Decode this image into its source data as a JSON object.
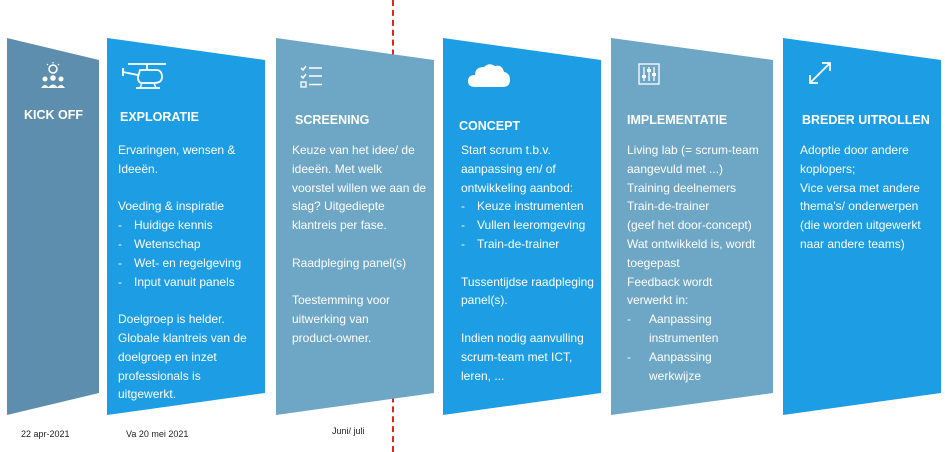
{
  "colors": {
    "slate": "#5e8ead",
    "light_blue": "#6ea6c6",
    "bright_blue": "#1d9de3",
    "divider": "#e1251b"
  },
  "phases": [
    {
      "id": "kickoff",
      "icon": "team-idea-icon",
      "title": "KICK OFF",
      "lines": []
    },
    {
      "id": "exploratie",
      "icon": "helicopter-icon",
      "title": "EXPLORATIE",
      "lines": [
        "Ervaringen, wensen &",
        "Ideeën.",
        "",
        "Voeding & inspiratie"
      ],
      "bullets": [
        "Huidige kennis",
        "Wetenschap",
        "Wet- en regelgeving",
        "Input vanuit panels"
      ],
      "after": [
        "",
        "Doelgroep is helder.",
        "Globale klantreis van de",
        "doelgroep en inzet",
        "professionals is",
        "uitgewerkt."
      ]
    },
    {
      "id": "screening",
      "icon": "checklist-icon",
      "title": "SCREENING",
      "lines": [
        "Keuze van het idee/ de",
        "ideeën. Met welk",
        "voorstel willen we aan de",
        "slag?  Uitgediepte",
        "klantreis per fase.",
        "",
        "Raadpleging panel(s)",
        "",
        "Toestemming voor",
        "uitwerking van",
        "product-owner."
      ]
    },
    {
      "id": "concept",
      "icon": "cloud-icon",
      "title": "CONCEPT",
      "lines": [
        "Start scrum t.b.v.",
        "aanpassing en/ of",
        "ontwikkeling aanbod:"
      ],
      "bullets": [
        "Keuze instrumenten",
        "Vullen leeromgeving",
        "Train-de-trainer"
      ],
      "after": [
        "",
        "Tussentijdse raadpleging",
        "panel(s).",
        "",
        "Indien nodig aanvulling",
        "scrum-team met ICT,",
        "leren, ..."
      ]
    },
    {
      "id": "implementatie",
      "icon": "sliders-icon",
      "title": "IMPLEMENTATIE",
      "lines": [
        "Living lab (= scrum-team",
        "aangevuld met ...)",
        "Training deelnemers",
        "Train-de-trainer",
        "(geef het door-concept)",
        "Wat ontwikkeld is, wordt",
        "toegepast",
        "Feedback wordt",
        "verwerkt in:"
      ],
      "bullets2": [
        [
          "Aanpassing",
          "instrumenten"
        ],
        [
          "Aanpassing",
          "werkwijze"
        ]
      ]
    },
    {
      "id": "uitrollen",
      "icon": "expand-arrow-icon",
      "title": "BREDER UITROLLEN",
      "lines": [
        "Adoptie door andere",
        "koplopers;",
        "Vice versa met andere",
        "thema's/ onderwerpen",
        "(die worden uitgewerkt",
        "naar andere teams)"
      ]
    }
  ],
  "dates": [
    "22 apr-2021",
    "Va 20 mei 2021",
    "Juni/ juli"
  ]
}
